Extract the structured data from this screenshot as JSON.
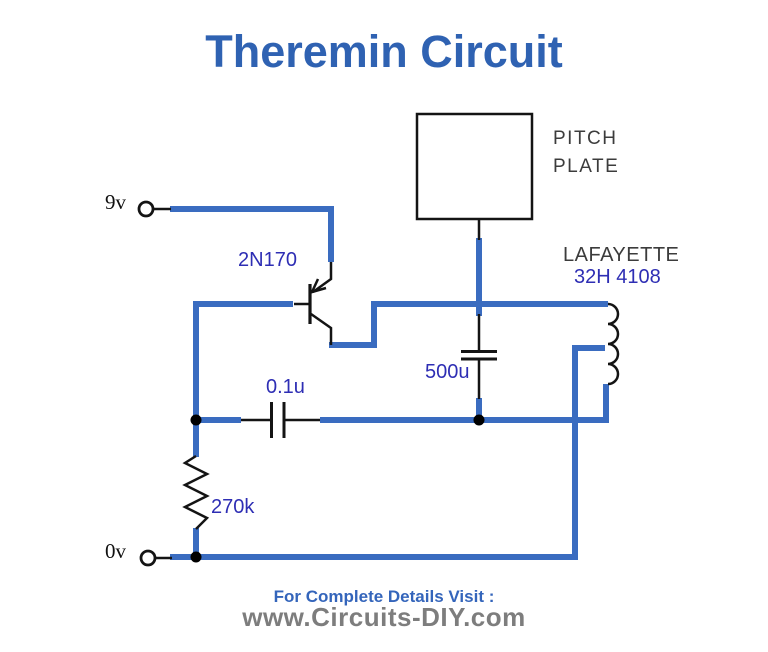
{
  "title": "Theremin Circuit",
  "labels": {
    "terminal_9v": "9v",
    "terminal_0v": "0v",
    "transistor": "2N170",
    "coupling_capacitor": "0.1u",
    "tank_capacitor": "500u",
    "resistor": "270k",
    "pitch_plate_line1": "PITCH",
    "pitch_plate_line2": "PLATE",
    "inductor_brand": "LAFAYETTE",
    "inductor_model": "32H 4108"
  },
  "footer": {
    "line1": "For Complete Details Visit :",
    "line2": "www.Circuits-DIY.com"
  },
  "colors": {
    "wire_blue": "#3a6cc0",
    "component_label_indigo": "#2e2eb4",
    "title_blue": "#2f62b2",
    "footer_blue": "#3465bb",
    "footer_gray": "#7d7d7d",
    "dark_text": "#3c3c3c",
    "line_black": "#141414",
    "background": "#ffffff"
  }
}
